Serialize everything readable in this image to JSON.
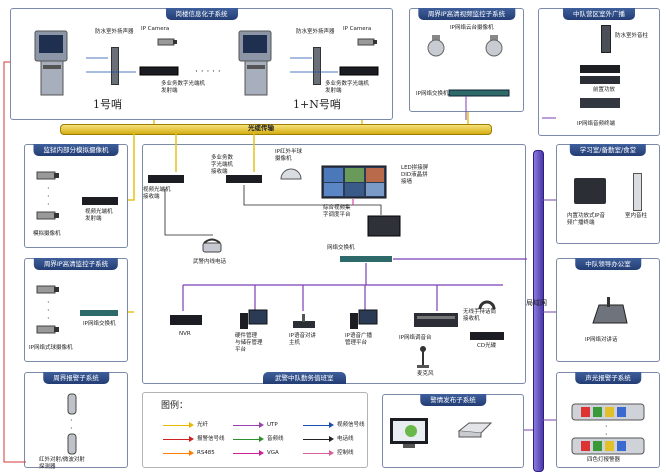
{
  "panels": {
    "network_info": "岗楼信息化子系统",
    "perimeter_hd": "周界IP高清视频监控子系统",
    "squad_broadcast": "中队营区室外广播",
    "internal_analog": "监狱内部分模拟摄像机",
    "perimeter_ip": "周界IP高清监控子系统",
    "study_room": "学习室/备勤室/食堂",
    "leader_office": "中队领导办公室",
    "alarm_sub": "周界报警子系统",
    "sound_light": "声光报警子系统",
    "duty_room": "武警中队勤务值班室",
    "alert_release": "警情发布子系统"
  },
  "labels": {
    "waterproof_speaker": "防水室外扬声器",
    "ip_camera": "IP Camera",
    "multi_tx": "多业务数字光端机\n发射端",
    "sentry_1": "1号哨",
    "sentry_n": "1+N号哨",
    "ip_dome": "IP网络云台摄像机",
    "ip_switch": "IP网络交换机",
    "waterproof_outdoor": "防水室外音柱",
    "preamp": "前置功放",
    "ip_amp": "IP网络音频终端",
    "fiber": "光缆传输",
    "analog_cam": "模拟摄像机",
    "video_rx": "视频光端机\n接收端",
    "video_tx": "视频光端机\n发射端",
    "multi_rx": "多业务数\n字光端机\n接收端",
    "ip_infrared": "IP红外半球\n摄像机",
    "led_wall": "LED拼接屏\nDID液晶拼\n接墙",
    "codec": "综合视频集\n字调度平台",
    "phone": "武警内线电话",
    "lan_switch": "网络交换机",
    "inner_amp": "内置功放式IP音\n频广播终端",
    "inner_speaker": "室内音柱",
    "lan": "局域网",
    "ip_call": "IP网络对讲话",
    "nvr": "NVR",
    "mgmt": "硬件管理\n与储存管理\n平台",
    "ip_talk_host": "IP语音对讲\n主机",
    "ip_broadcast_host": "IP语音广播\n管理平台",
    "ip_audio_console": "IP网络调音台",
    "mic": "麦克风",
    "wireless_mic": "无线手持话筒\n接收机",
    "cd": "CD光碟",
    "ir_detector": "红外对射/微波对射\n探测器",
    "four_color": "四色灯报警器",
    "ip_cam_small": "IP网络式球摄像机",
    "dots": "· · · · ·"
  },
  "legend": {
    "title": "图例：",
    "items": [
      {
        "text": "光纤",
        "color": "#e6b800"
      },
      {
        "text": "UTP",
        "color": "#9a3fb0"
      },
      {
        "text": "视频信号线",
        "color": "#1a4fb0"
      },
      {
        "text": "报警信号线",
        "color": "#cc2222"
      },
      {
        "text": "音频线",
        "color": "#2f8f2f"
      },
      {
        "text": "电话线",
        "color": "#222222"
      },
      {
        "text": "RS485",
        "color": "#ff7f00"
      },
      {
        "text": "VGA",
        "color": "#cc2299"
      },
      {
        "text": "控制线",
        "color": "#d85f9a"
      }
    ]
  },
  "colors": {
    "fiber": "#e6c31a",
    "utp": "#7b3fb0",
    "lan_bar": "#5a4bb5",
    "alarm": "#d23a3a",
    "title_bg": "#2d4a86"
  }
}
